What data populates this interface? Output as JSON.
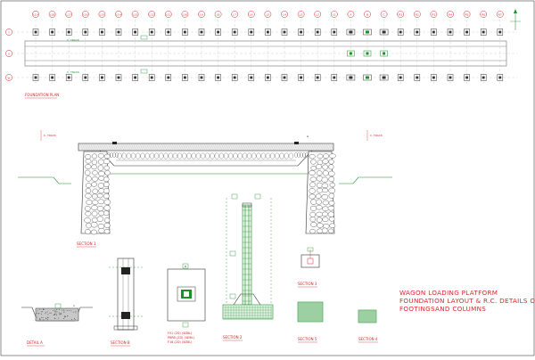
{
  "plan": {
    "label": "FOUNDATION PLAN",
    "track_label": "C. TRACK",
    "grid_labels": [
      "L19",
      "L18",
      "L17",
      "L16",
      "L15",
      "L14",
      "L13",
      "L12",
      "L11",
      "L10",
      "L9",
      "L8",
      "L7",
      "L6",
      "L5",
      "L4",
      "L3",
      "L2",
      "L1",
      "A",
      "B",
      "C",
      "R1",
      "R2",
      "R3",
      "R4",
      "R5",
      "R6",
      "R7"
    ],
    "row_labels": [
      "Y",
      "X",
      "W"
    ]
  },
  "sections": {
    "s1": "SECTION 1",
    "s2": "SECTION 2",
    "s3": "SECTION 3",
    "s4": "SECTION 4",
    "s5": "SECTION 5",
    "sa": "DETAIL A",
    "sb": "SECTION B"
  },
  "footing": {
    "notes": [
      "F01 (2D) (4Ø8L)",
      "P8RB (2D) (4Ø8L)",
      "F18 (2D) (4Ø8L)"
    ]
  },
  "title": {
    "lines": [
      "WAGON LOADING PLATFORM",
      "FOUNDATION LAYOUT & R.C. DETAILS OF",
      "FOOTINGSAND COLUMNS"
    ]
  },
  "colors": {
    "annotation": "#d9262c",
    "reinforcement": "#1a8f2a",
    "linework": "#333333"
  }
}
